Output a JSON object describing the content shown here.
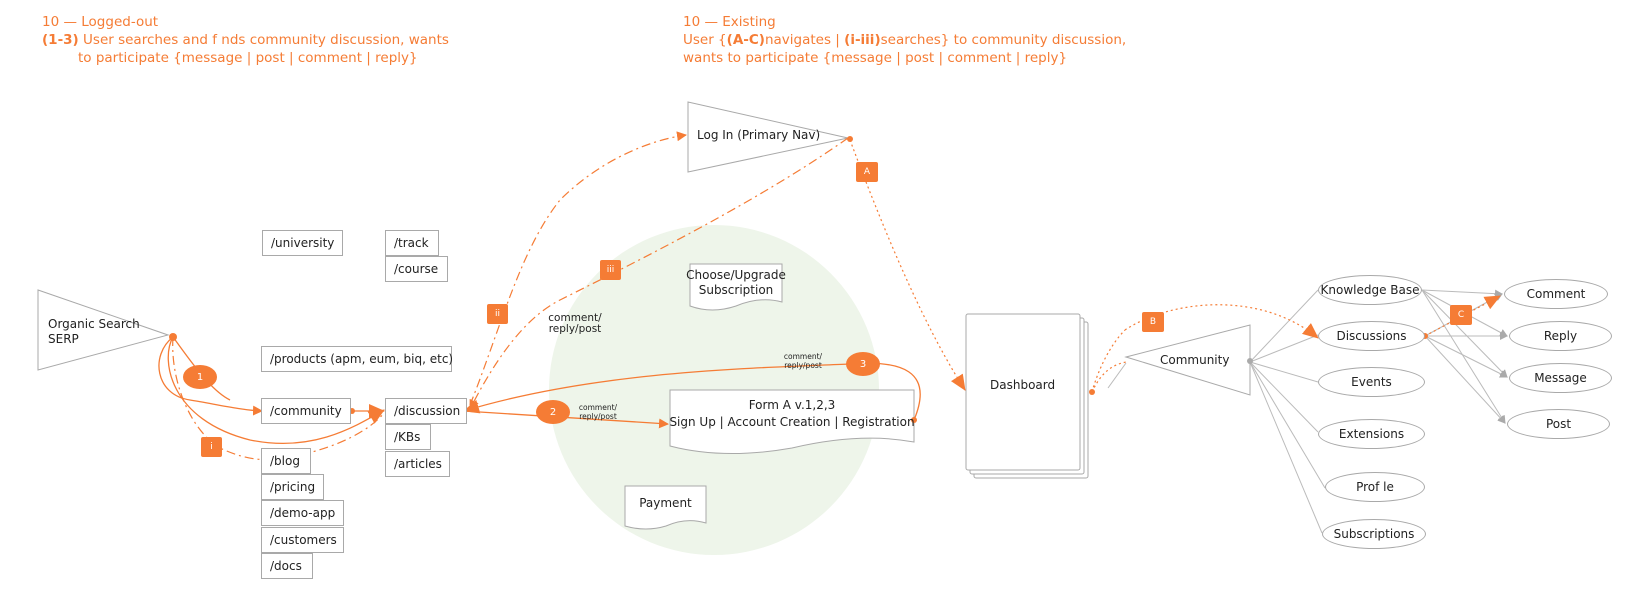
{
  "headers": {
    "left": {
      "title": "10 — Logged-out",
      "bold": "(1-3)",
      "line1": " User searches and f nds community discussion,  wants",
      "line2": "to participate {message | post | comment | reply}"
    },
    "right": {
      "title": "10 — Existing",
      "line1_pre": "User {",
      "line1_bold1": "(A-C)",
      "line1_mid": "navigates | ",
      "line1_bold2": "(i-iii)",
      "line1_post": "searches} to community discussion,",
      "line2": "wants to participate {message | post | comment | reply}"
    }
  },
  "nodes": {
    "organic_search": "Organic Search\nSERP",
    "login": "Log In (Primary Nav)",
    "university": "/university",
    "track": "/track",
    "course": "/course",
    "products": "/products (apm, eum, biq, etc)",
    "community_path": "/community",
    "discussion": "/discussion",
    "kbs": "/KBs",
    "articles": "/articles",
    "blog": "/blog",
    "pricing": "/pricing",
    "demo_app": "/demo-app",
    "customers": "/customers",
    "docs": "/docs",
    "choose_upgrade": "Choose/Upgrade\nSubscription",
    "form_a": "Form A v.1,2,3\nSign Up | Account Creation | Registration",
    "payment": "Payment",
    "dashboard": "Dashboard",
    "community": "Community",
    "knowledge_base": "Knowledge Base",
    "discussions": "Discussions",
    "events": "Events",
    "extensions": "Extensions",
    "profile": "Prof le",
    "subscriptions": "Subscriptions",
    "comment": "Comment",
    "reply": "Reply",
    "message": "Message",
    "post": "Post"
  },
  "badges": {
    "one": "1",
    "two": "2",
    "three": "3",
    "i": "i",
    "ii": "ii",
    "iii": "iii",
    "a": "A",
    "b": "B",
    "c": "C"
  },
  "edge_labels": {
    "comment_reply_post_mid": "comment/\nreply/post",
    "comment_reply_post_2": "comment/\nreply/post",
    "comment_reply_post_3": "comment/\nreply/post"
  },
  "colors": {
    "accent": "#f57c35",
    "line_gray": "#bbbbbb",
    "box_border": "#a9a9a9",
    "circle_fill": "#eef5ea"
  }
}
